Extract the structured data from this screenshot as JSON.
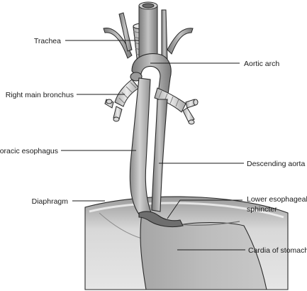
{
  "labels": {
    "trachea": "Trachea",
    "aortic_arch": "Aortic arch",
    "right_main_bronchus": "Right main bronchus",
    "thoracic_esophagus": "Thoracic esophagus",
    "descending_aorta": "Descending aorta",
    "lower_esophageal_sphincter_line1": "Lower esophageal",
    "lower_esophageal_sphincter_line2": "sphincter",
    "diaphragm": "Diaphragm",
    "cardia_of_stomach": "Cardia of stomach"
  },
  "colors": {
    "background": "#ffffff",
    "tissue_light": "#d9d9d9",
    "tissue_mid": "#b4b4b4",
    "tissue_dark": "#7e7e7e",
    "outline": "#2a2a2a",
    "label_text": "#1a1a1a"
  }
}
